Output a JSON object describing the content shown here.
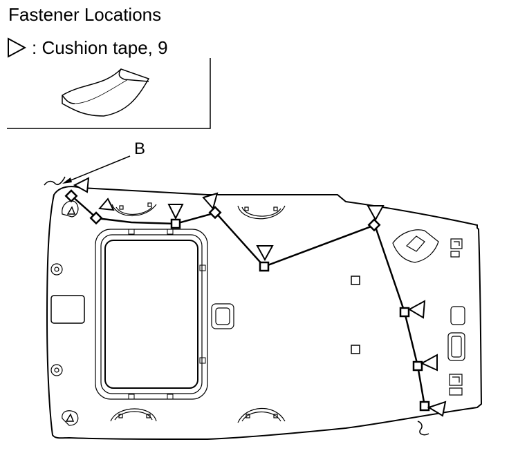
{
  "diagram": {
    "title": "Fastener Locations",
    "legend": {
      "symbol": "triangle-outline-icon",
      "text": ": Cushion tape, 9"
    },
    "callout_label": "B",
    "colors": {
      "line": "#000000",
      "background": "#ffffff"
    }
  }
}
